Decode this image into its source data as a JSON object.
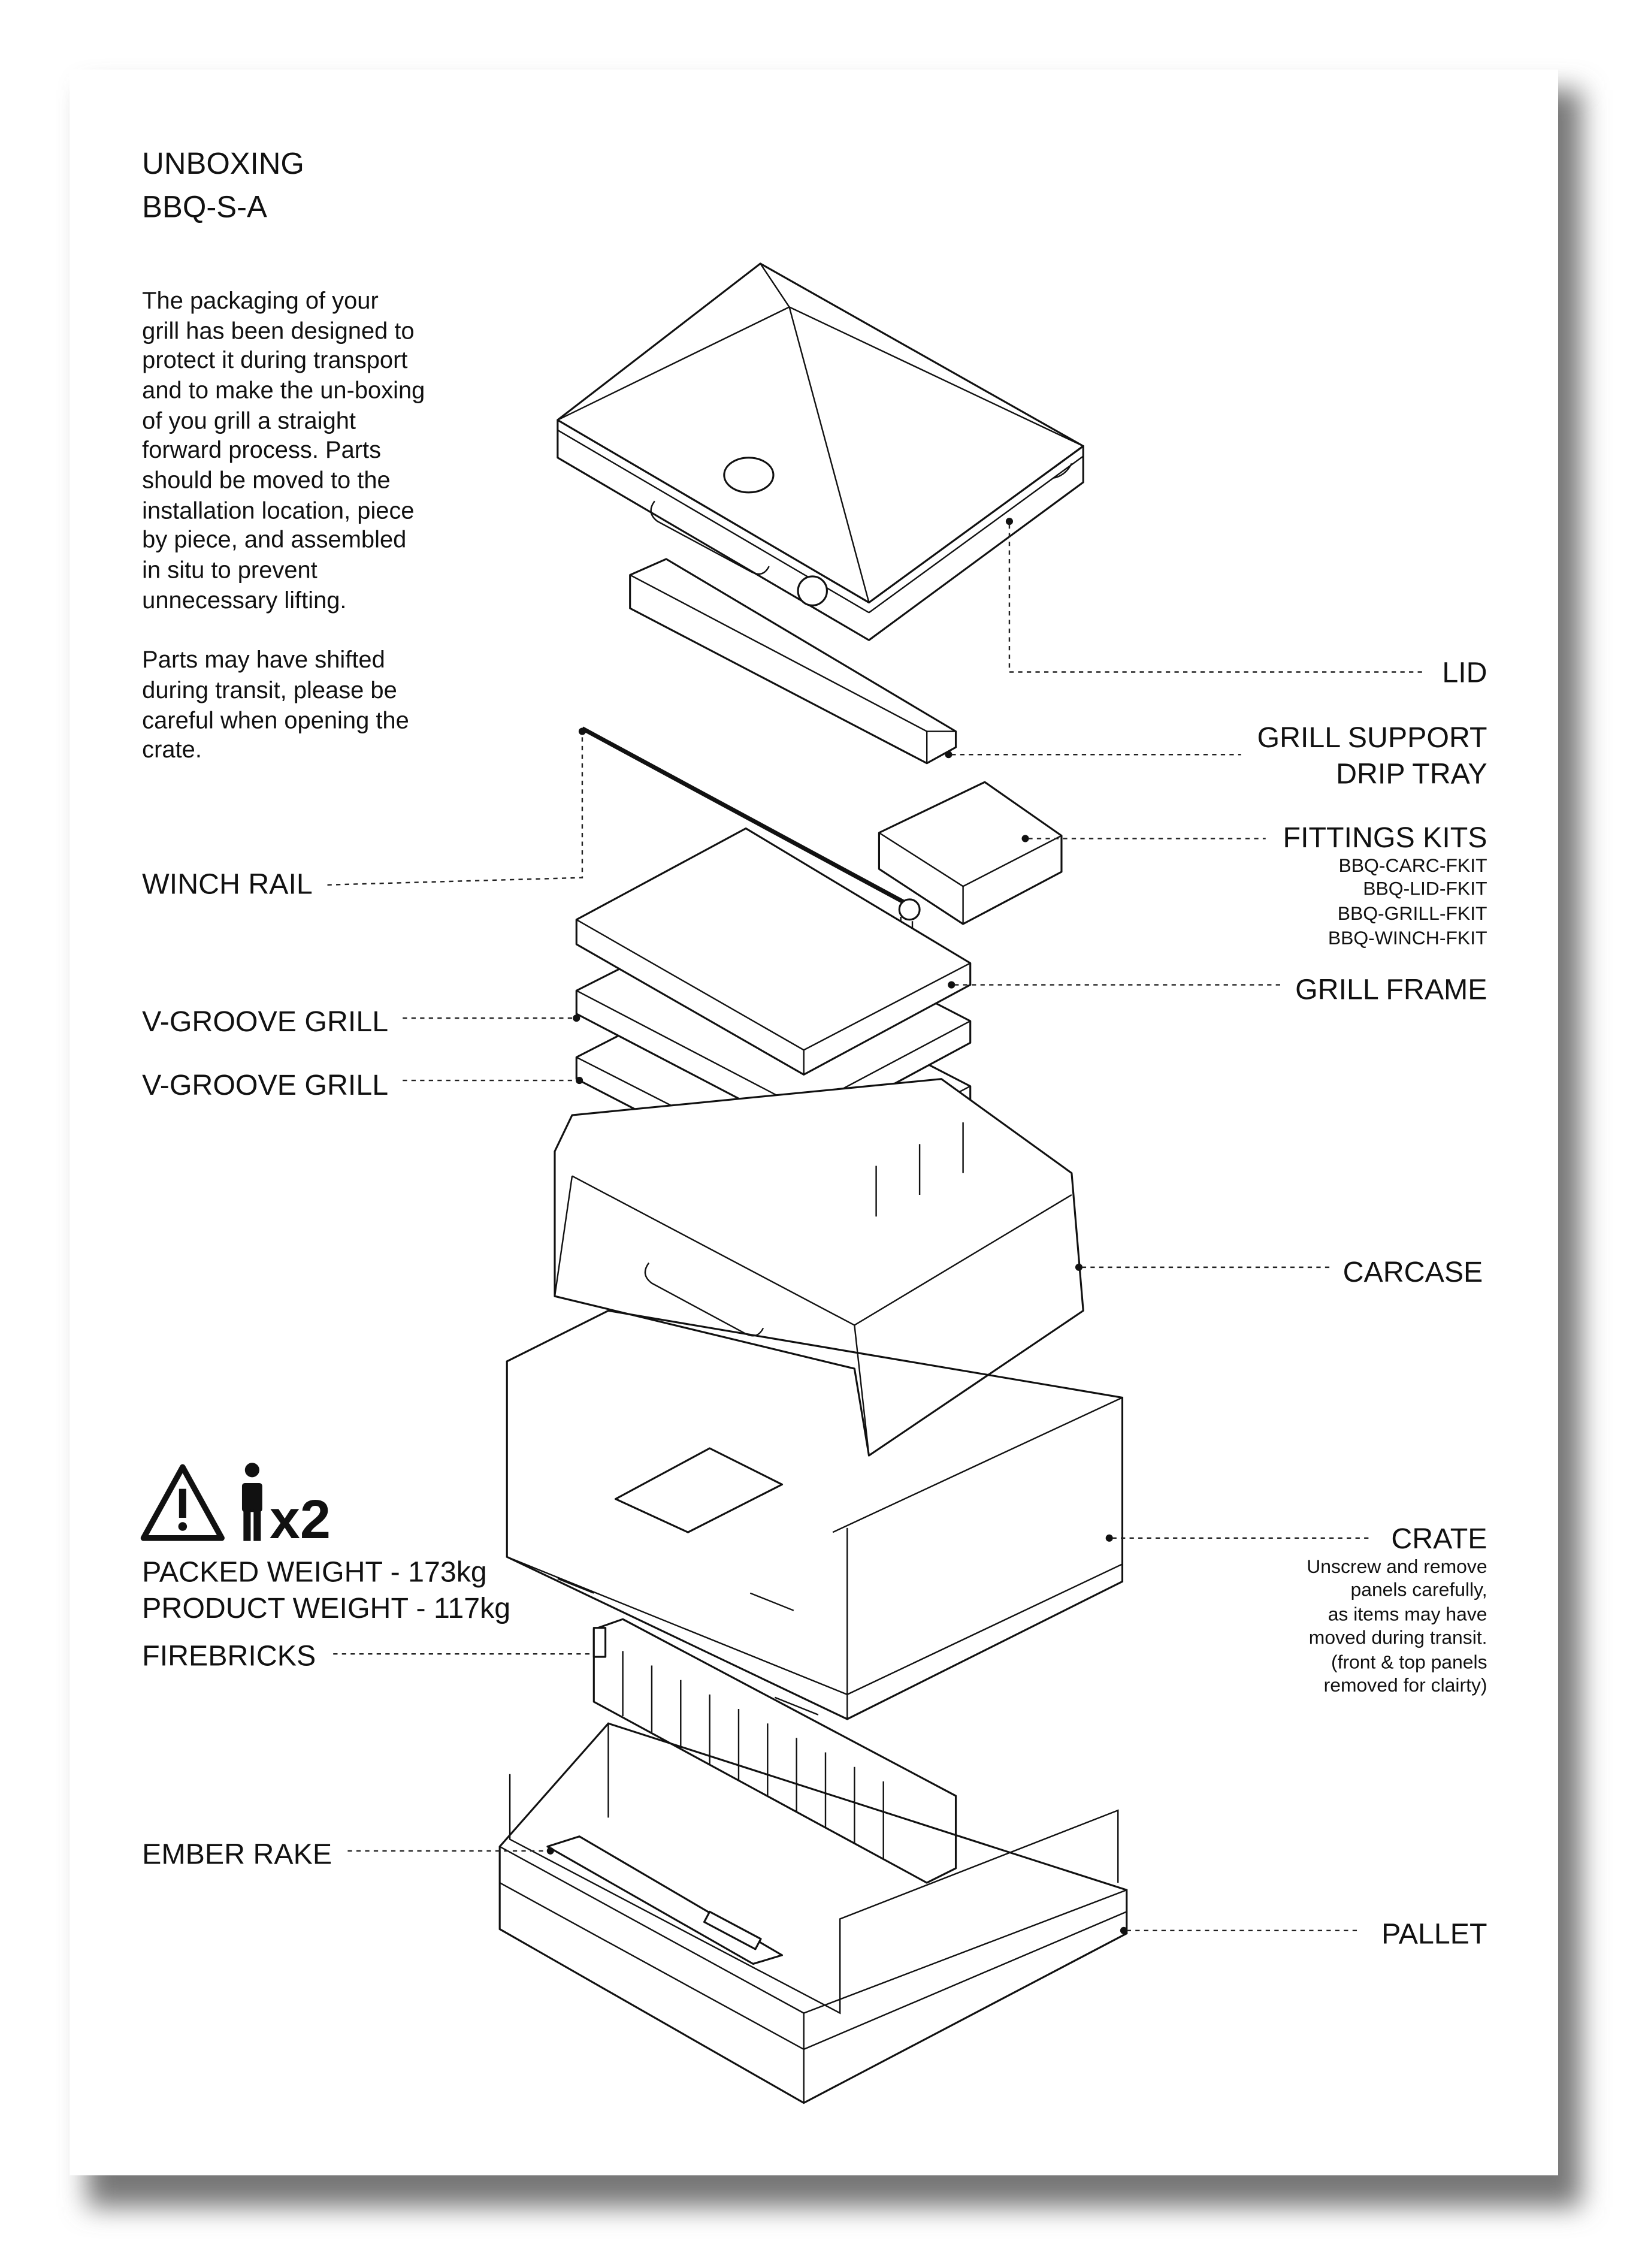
{
  "title": {
    "line1": "UNBOXING",
    "line2": "BBQ-S-A"
  },
  "intro": [
    "The packaging of your",
    "grill has been designed to",
    "protect it during transport",
    "and to make the un-boxing",
    "of you grill a straight",
    "forward process. Parts",
    "should be moved to the",
    "installation location, piece",
    "by piece, and assembled",
    "in situ to prevent",
    "unnecessary lifting."
  ],
  "caution": [
    "Parts may have shifted",
    "during transit, please be",
    "careful when opening the",
    "crate."
  ],
  "labels": {
    "lid": "LID",
    "grill_support": "GRILL SUPPORT",
    "drip_tray": "DRIP TRAY",
    "fittings_kits": "FITTINGS KITS",
    "fittings_codes": [
      "BBQ-CARC-FKIT",
      "BBQ-LID-FKIT",
      "BBQ-GRILL-FKIT",
      "BBQ-WINCH-FKIT"
    ],
    "winch_rail": "WINCH RAIL",
    "grill_frame": "GRILL FRAME",
    "vgroove_1": "V-GROOVE GRILL",
    "vgroove_2": "V-GROOVE GRILL",
    "carcase": "CARCASE",
    "crate": "CRATE",
    "crate_note": [
      "Unscrew and remove",
      "panels carefully,",
      "as items may have",
      "moved during transit.",
      "(front & top panels",
      "removed for clairty)"
    ],
    "firebricks": "FIREBRICKS",
    "ember_rake": "EMBER RAKE",
    "pallet": "PALLET"
  },
  "lift": {
    "people": "x2",
    "icons": [
      "warning-triangle-icon",
      "person-icon"
    ]
  },
  "weights": {
    "packed": "PACKED WEIGHT - 173kg",
    "product": "PRODUCT WEIGHT - 117kg"
  }
}
